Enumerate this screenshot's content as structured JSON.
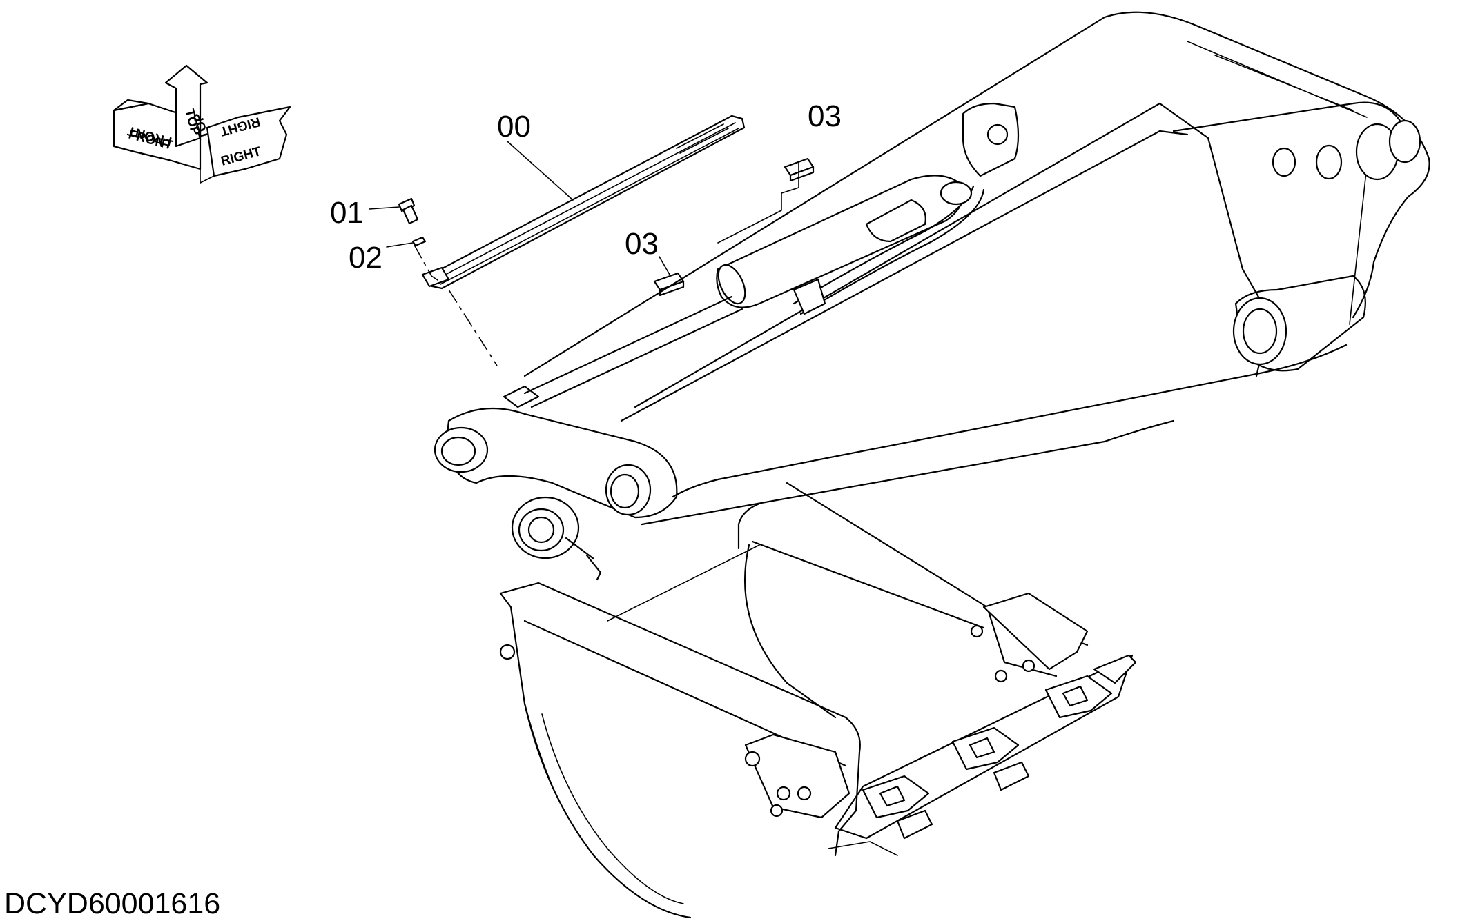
{
  "orientation": {
    "front": "FRONT",
    "top": "TOP",
    "right": "RIGHT"
  },
  "callouts": [
    {
      "id": "00"
    },
    {
      "id": "01"
    },
    {
      "id": "02"
    },
    {
      "id": "03"
    },
    {
      "id": "03"
    }
  ],
  "document_id": "DCYD60001616"
}
